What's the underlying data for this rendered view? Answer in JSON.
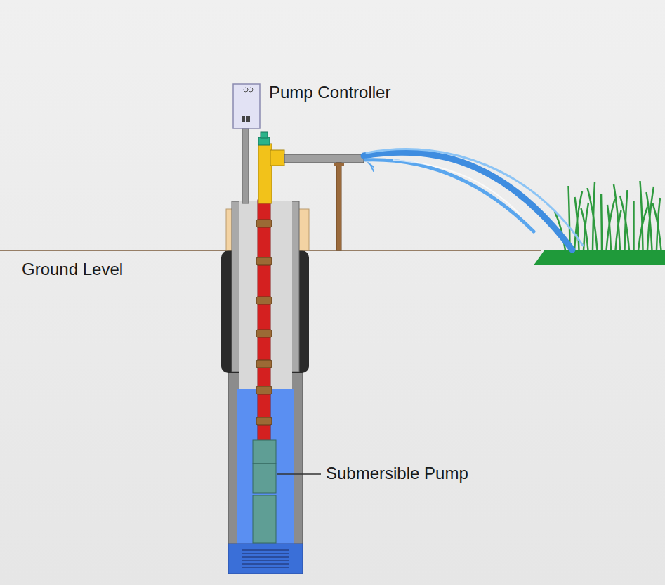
{
  "diagram": {
    "labels": [
      "Pump Controller",
      "Ground Level",
      "Submersible Pump"
    ]
  }
}
